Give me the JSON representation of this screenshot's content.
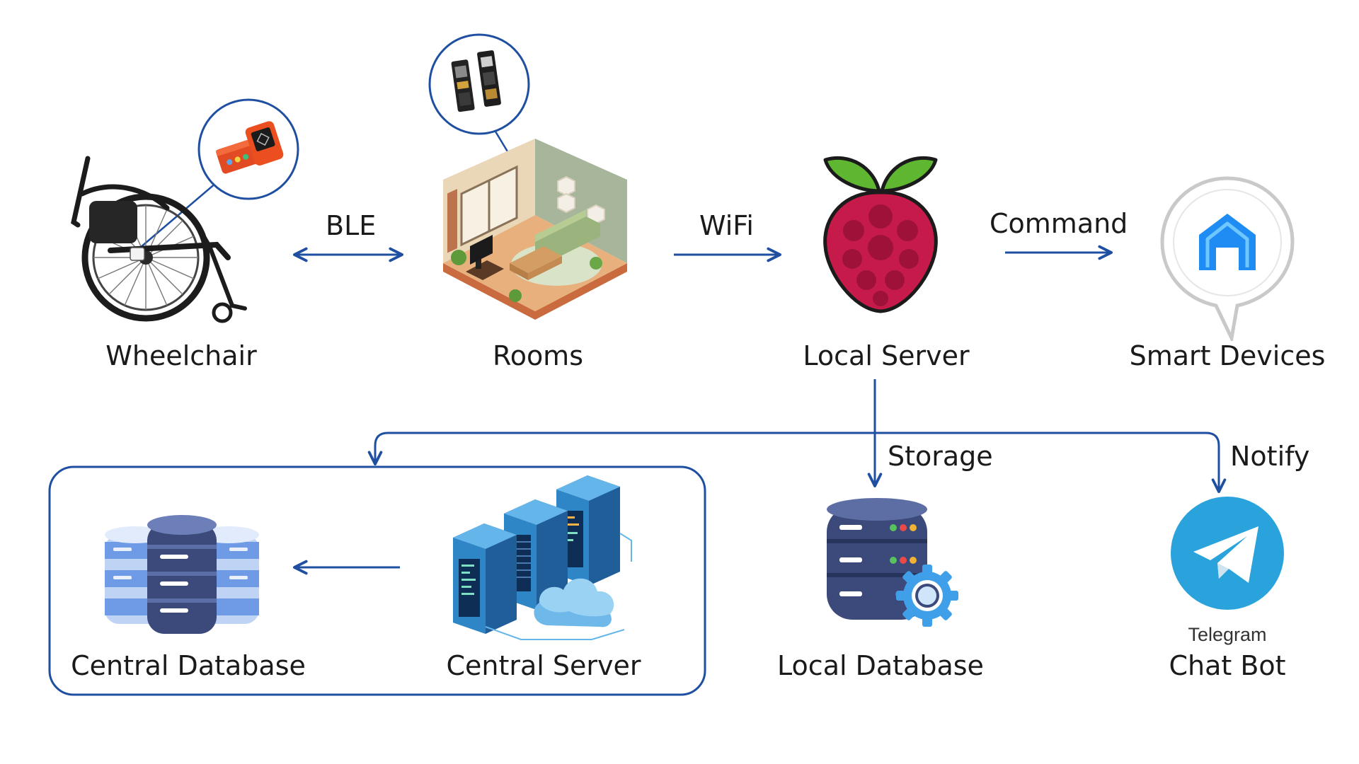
{
  "colors": {
    "arrow": "#1f4fa0",
    "pi_red": "#c51a4a",
    "pi_green": "#5fb630",
    "telegram": "#2aa3dd",
    "server_blue": "#2f86c6",
    "db_navy": "#3b4a7a"
  },
  "nodes": {
    "wheelchair": "Wheelchair",
    "rooms": "Rooms",
    "local_server": "Local Server",
    "smart_devices": "Smart Devices",
    "central_database": "Central Database",
    "central_server": "Central Server",
    "local_database": "Local Database",
    "chat_bot": "Chat Bot",
    "telegram": "Telegram"
  },
  "edges": {
    "ble": "BLE",
    "wifi": "WiFi",
    "command": "Command",
    "storage": "Storage",
    "notify": "Notify"
  },
  "icons": {
    "wheelchair": "wheelchair-icon",
    "ble_tag": "ble-tag-device-icon",
    "room": "isometric-room-icon",
    "board": "esp32-board-icon",
    "raspberry_pi": "raspberry-pi-icon",
    "alexa": "smart-home-bubble-icon",
    "central_db": "database-stack-icon",
    "central_server": "server-rack-cloud-icon",
    "local_db": "database-gear-icon",
    "telegram": "telegram-icon"
  }
}
